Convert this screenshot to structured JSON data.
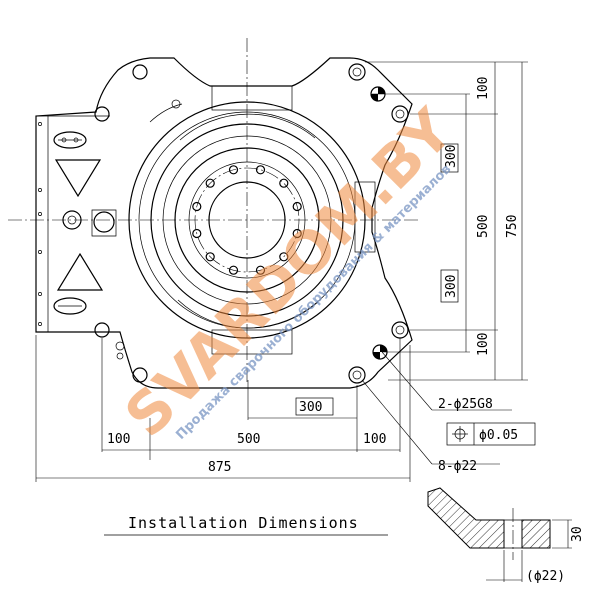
{
  "title": "Installation Dimensions",
  "dimensions": {
    "right_top": "100",
    "right_mid": "500",
    "right_bottom": "100",
    "right_total": "750",
    "right_box_upper": "300",
    "right_box_lower": "300",
    "bottom_left": "100",
    "bottom_mid": "500",
    "bottom_right": "100",
    "bottom_total": "875",
    "bottom_box": "300"
  },
  "callouts": {
    "pin_holes": "2-ϕ25G8",
    "tolerance": "ϕ0.05",
    "bolt_holes": "8-ϕ22"
  },
  "section": {
    "height": "30",
    "hole": "(ϕ22)"
  },
  "watermark": {
    "brand": "SVARDOM.BY",
    "tagline": "Продажа сварочного оборудования & материалов"
  }
}
